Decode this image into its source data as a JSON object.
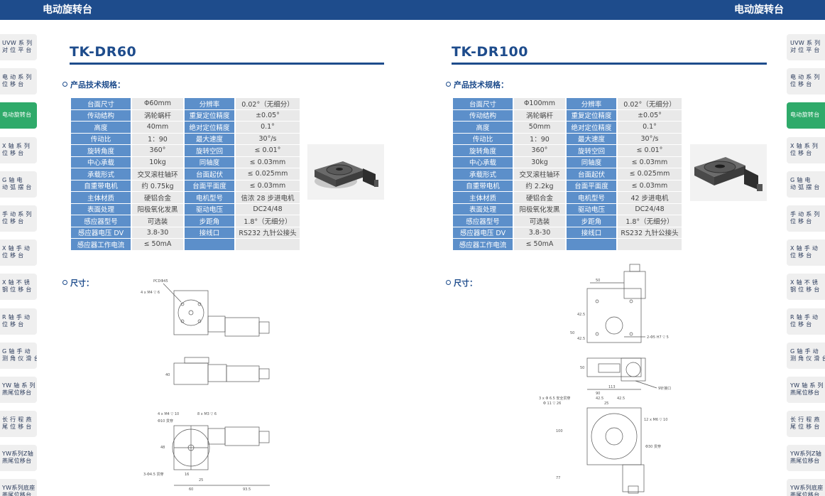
{
  "header": {
    "left_title": "电动旋转台",
    "right_title": "电动旋转台"
  },
  "nav": {
    "items": [
      {
        "label": "UVW 系 列\n对 位 平 台",
        "active": false
      },
      {
        "label": "电 动 系 列\n位 移 台",
        "active": false
      },
      {
        "label": "电动旋转台",
        "active": true
      },
      {
        "label": "X 轴 系 列\n位 移 台",
        "active": false
      },
      {
        "label": "G 轴 电\n动 弧 摆 台",
        "active": false
      },
      {
        "label": "手 动 系 列\n位 移 台",
        "active": false
      },
      {
        "label": "X 轴 手 动\n位 移 台",
        "active": false
      },
      {
        "label": "X 轴 不 锈\n钢 位 移 台",
        "active": false
      },
      {
        "label": "R 轴 手 动\n位 移 台",
        "active": false
      },
      {
        "label": "G 轴 手 动\n测 角 仪 滑 台",
        "active": false
      },
      {
        "label": "YW 轴 系 列\n燕尾位移台",
        "active": false
      },
      {
        "label": "长 行 程 燕\n尾 位 移 台",
        "active": false
      },
      {
        "label": "YW系列Z轴\n燕尾位移台",
        "active": false
      },
      {
        "label": "YW系列底座\n燕尾位移台",
        "active": false
      }
    ]
  },
  "left_page": {
    "model": "TK-DR60",
    "spec_heading": "产品技术规格：",
    "dim_heading": "尺寸：",
    "specs": [
      [
        "台面尺寸",
        "Φ60mm",
        "分辨率",
        "0.02°（无细分）"
      ],
      [
        "传动结构",
        "涡轮蜗杆",
        "重复定位精度",
        "±0.05°"
      ],
      [
        "高度",
        "40mm",
        "绝对定位精度",
        "0.1°"
      ],
      [
        "传动比",
        "1：90",
        "最大速度",
        "30°/s"
      ],
      [
        "旋转角度",
        "360°",
        "旋转空回",
        "≤ 0.01°"
      ],
      [
        "中心承载",
        "10kg",
        "同轴度",
        "≤ 0.03mm"
      ],
      [
        "承载形式",
        "交叉滚柱轴环",
        "台面起伏",
        "≤ 0.025mm"
      ],
      [
        "自重带电机",
        "约 0.75kg",
        "台面平面度",
        "≤ 0.03mm"
      ],
      [
        "主体材质",
        "硬铝合金",
        "电机型号",
        "信浓 28 步进电机"
      ],
      [
        "表面处理",
        "阳极氧化发黑",
        "驱动电压",
        "DC24/48"
      ],
      [
        "感应器型号",
        "可选装",
        "步距角",
        "1.8°（无细分）"
      ],
      [
        "感应器电压 DV",
        "3.8-30",
        "接线口",
        "RS232 九针公接头"
      ],
      [
        "感应器工作电流",
        "≤ 50mA",
        "",
        ""
      ]
    ],
    "drawing_labels": {
      "pcd": "PCDΦ45",
      "m4": "4 x M4 ▽ 6",
      "h40": "40",
      "m4b": "4 x M4 ▽ 10",
      "m3": "8 x M3 ▽ 6",
      "d10": "Φ10 贯穿",
      "d45": "3-Φ4.5 贯穿",
      "w60": "60",
      "r": "93.5",
      "h48": "48",
      "t16": "16",
      "t25": "25"
    }
  },
  "right_page": {
    "model": "TK-DR100",
    "spec_heading": "产品技术规格：",
    "dim_heading": "尺寸：",
    "specs": [
      [
        "台面尺寸",
        "Φ100mm",
        "分辨率",
        "0.02°（无细分）"
      ],
      [
        "传动结构",
        "涡轮蜗杆",
        "重复定位精度",
        "±0.05°"
      ],
      [
        "高度",
        "50mm",
        "绝对定位精度",
        "0.1°"
      ],
      [
        "传动比",
        "1：90",
        "最大速度",
        "30°/s"
      ],
      [
        "旋转角度",
        "360°",
        "旋转空回",
        "≤ 0.01°"
      ],
      [
        "中心承载",
        "30kg",
        "同轴度",
        "≤ 0.03mm"
      ],
      [
        "承载形式",
        "交叉滚柱轴环",
        "台面起伏",
        "≤ 0.025mm"
      ],
      [
        "自重带电机",
        "约 2.2kg",
        "台面平面度",
        "≤ 0.03mm"
      ],
      [
        "主体材质",
        "硬铝合金",
        "电机型号",
        "42 步进电机"
      ],
      [
        "表面处理",
        "阳极氧化发黑",
        "驱动电压",
        "DC24/48"
      ],
      [
        "感应器型号",
        "可选装",
        "步距角",
        "1.8°（无细分）"
      ],
      [
        "感应器电压 DV",
        "3.8-30",
        "接线口",
        "RS232 九针公接头"
      ],
      [
        "感应器工作电流",
        "≤ 50mA",
        "",
        ""
      ]
    ],
    "drawing_labels": {
      "w50": "50",
      "h42": "42.5",
      "h50": "50",
      "pin": "2-Φ5 H7 ▽ 5",
      "jack": "9针接口",
      "w113": "113",
      "w90": "90",
      "w425": "42.5",
      "w25": "25",
      "holes": "3 x Φ 6.5 安全贯穿",
      "holes2": "Φ 11 ▽ 26",
      "m6": "12 x M6 ▽ 10",
      "d30": "Φ30 贯穿",
      "h100": "100",
      "h77": "77"
    }
  }
}
